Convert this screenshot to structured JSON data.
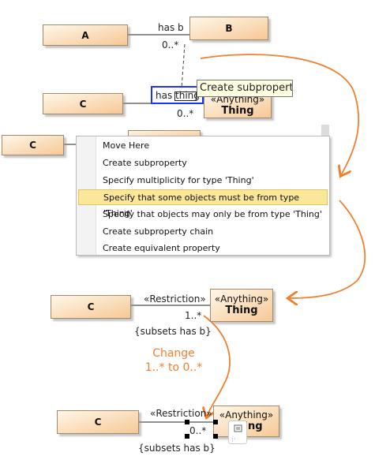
{
  "diagram": {
    "step1": {
      "class_a": "A",
      "class_b": "B",
      "role": "has b",
      "multiplicity": "0..*"
    },
    "step2": {
      "class_c": "C",
      "target_stereotype": "«Anything»",
      "target_name": "Thing",
      "role": "has thing",
      "multiplicity": "0..*",
      "tooltip": "Create subproperty"
    },
    "step3": {
      "class_c": "C",
      "menu_items": [
        "Move Here",
        "Create subproperty",
        "Specify multiplicity for type 'Thing'",
        "Specify that some objects must be from type 'Thing'",
        "Specify that objects may only be from type 'Thing'",
        "Create subproperty chain",
        "Create equivalent property"
      ],
      "selected_index": 3
    },
    "step4": {
      "class_c": "C",
      "stereotype_label": "«Restriction»",
      "target_stereotype": "«Anything»",
      "target_name": "Thing",
      "multiplicity": "1..*",
      "constraint": "{subsets has b}"
    },
    "annotation": {
      "line1": "Change",
      "line2": "1..* to 0..*"
    },
    "step5": {
      "class_c": "C",
      "stereotype_label": "«Restriction»",
      "target_stereotype": "«Anything»",
      "target_name": "Thing",
      "multiplicity": "0..*",
      "constraint": "{subsets has b}"
    },
    "colors": {
      "class_fill": "#f6c896",
      "highlight": "#1a33ff",
      "selection": "#fbe79a",
      "arrow": "#f07f2f"
    }
  }
}
